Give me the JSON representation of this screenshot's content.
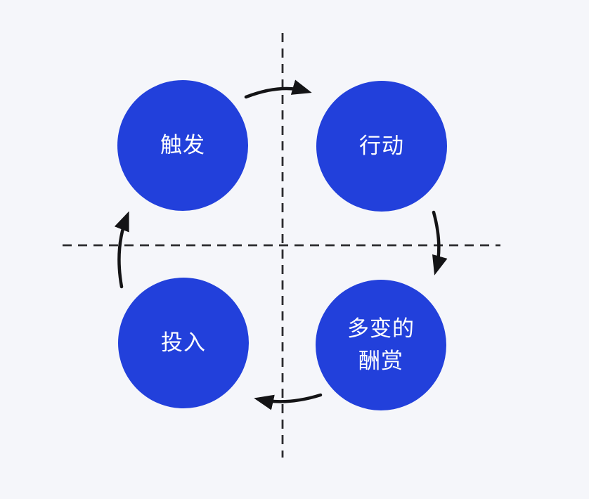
{
  "diagram": {
    "name": "hook-model-cycle",
    "background_color": "#F5F6FA",
    "node_color": "#2240DB",
    "node_text_color": "#FFFFFF",
    "line_color": "#1C1C1E",
    "nodes": {
      "trigger": {
        "label": "触发"
      },
      "action": {
        "label": "行动"
      },
      "variable_reward": {
        "label": "多变的\n酬赏"
      },
      "investment": {
        "label": "投入"
      }
    },
    "edges": [
      {
        "from": "trigger",
        "to": "action"
      },
      {
        "from": "action",
        "to": "variable_reward"
      },
      {
        "from": "variable_reward",
        "to": "investment"
      },
      {
        "from": "investment",
        "to": "trigger"
      }
    ]
  }
}
